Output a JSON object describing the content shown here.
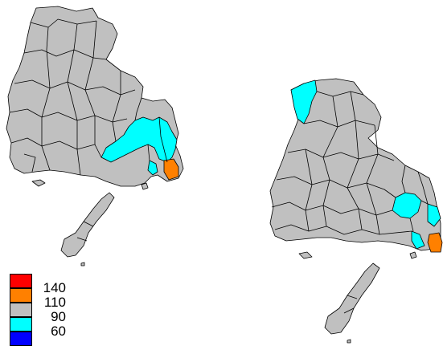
{
  "colors": {
    "high": "#ff0000",
    "upper": "#ff8000",
    "mid": "#c0c0c0",
    "lower": "#00ffff",
    "low": "#0000ff",
    "border": "#000000"
  },
  "legend": {
    "bins": [
      {
        "color": "#ff0000"
      },
      {
        "color": "#ff8000"
      },
      {
        "color": "#c0c0c0"
      },
      {
        "color": "#00ffff"
      },
      {
        "color": "#0000ff"
      }
    ],
    "labels": [
      "140",
      "110",
      "90",
      "60"
    ]
  },
  "maps": [
    {
      "id": "left-map"
    },
    {
      "id": "right-map"
    }
  ]
}
